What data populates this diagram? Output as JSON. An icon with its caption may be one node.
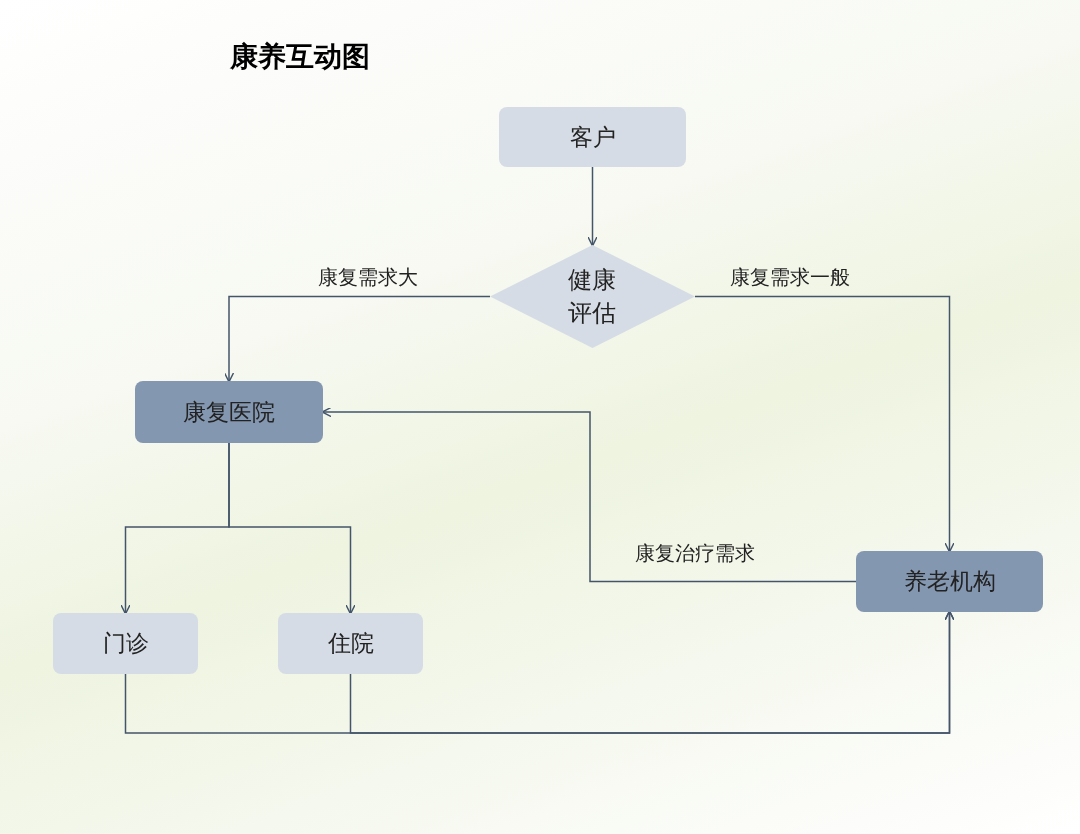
{
  "diagram": {
    "title": "康养互动图",
    "nodes": [
      {
        "text": [
          "客户"
        ]
      },
      {
        "text": [
          "健康评估"
        ]
      },
      {
        "text": [
          "康复医院"
        ]
      },
      {
        "text": [
          "门诊"
        ]
      },
      {
        "text": [
          "住院"
        ]
      },
      {
        "text": [
          "养老机构"
        ]
      }
    ],
    "edges": [
      {
        "from": 0,
        "to": 1,
        "arrow": "to"
      },
      {
        "from": 1,
        "to": 2,
        "arrow": "to",
        "label": "康复需求大"
      },
      {
        "from": 1,
        "to": 5,
        "arrow": "to",
        "label": "康复需求一般"
      },
      {
        "from": 5,
        "to": 2,
        "arrow": "to",
        "label": "康复治疗需求"
      },
      {
        "from": 2,
        "to": 3,
        "arrow": "to"
      },
      {
        "from": 2,
        "to": 4,
        "arrow": "to"
      },
      {
        "from": 3,
        "to": 5,
        "arrow": "to"
      },
      {
        "from": 4,
        "to": 5,
        "arrow": "to"
      }
    ]
  }
}
